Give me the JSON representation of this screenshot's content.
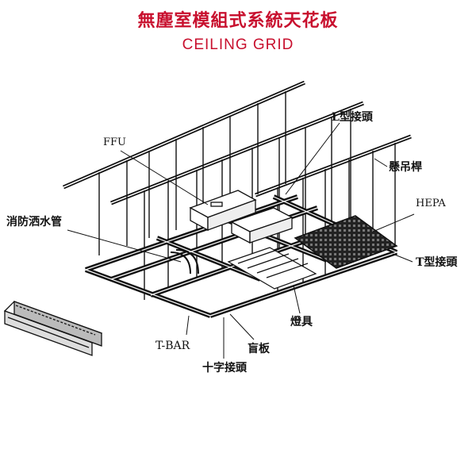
{
  "title": {
    "zh": "無塵室模組式系統天花板",
    "en": "CEILING GRID"
  },
  "labels": {
    "ffu": "FFU",
    "l_joint": "L型接頭",
    "hanger_rod": "懸吊桿",
    "hepa": "HEPA",
    "sprinkler_pipe": "消防洒水管",
    "t_joint": "T型接頭",
    "lamp": "燈具",
    "blank_panel": "盲板",
    "t_bar": "T-BAR",
    "cross_joint": "十字接頭"
  },
  "colors": {
    "title": "#c8102e",
    "line": "#111111"
  }
}
